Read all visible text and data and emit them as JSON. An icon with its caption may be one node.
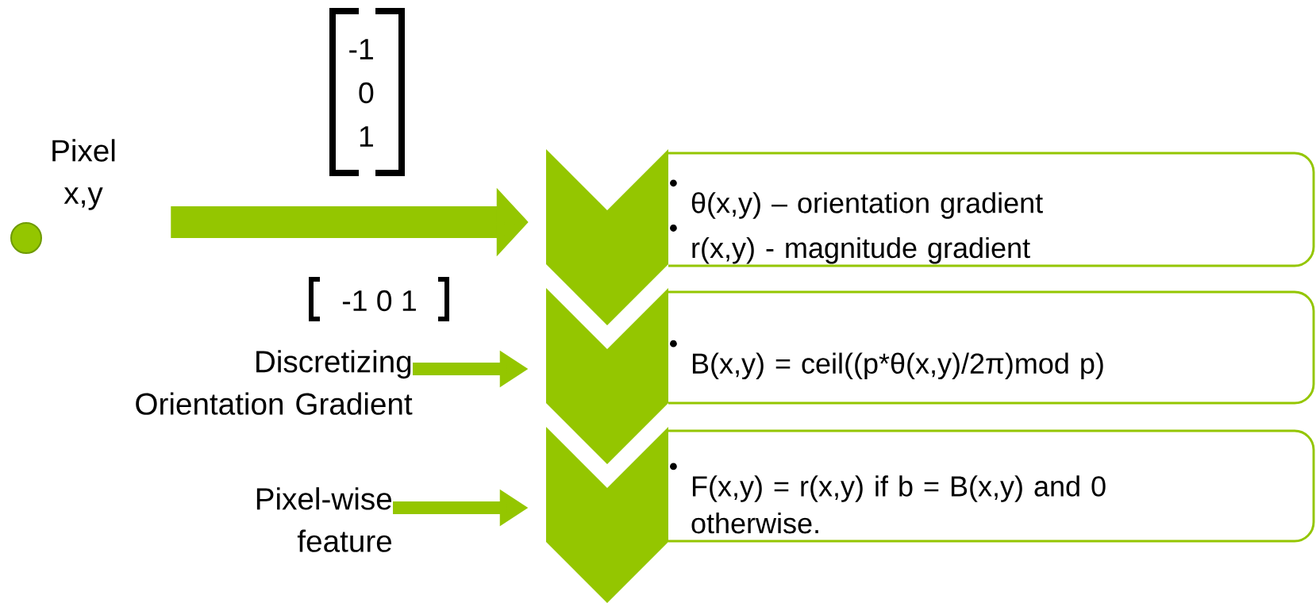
{
  "diagram": {
    "nodes": [
      {
        "text": [
          "Pixel x,y"
        ]
      },
      {
        "text": [],
        "shape": "circle"
      },
      {
        "text": [
          "θ(x,y) – orientation gradient",
          "r(x,y) - magnitude gradient"
        ]
      },
      {
        "text": [
          "Discretizing Orientation Gradient"
        ]
      },
      {
        "text": [
          "B(x,y) = ceil((p*θ(x,y)/2π)mod p)"
        ]
      },
      {
        "text": [
          "Pixel-wise feature"
        ]
      },
      {
        "text": [
          "F(x,y) = r(x,y) if b = B(x,y) and 0 otherwise."
        ]
      }
    ],
    "edges": [
      {
        "from": 0,
        "to": 2,
        "arrow": "to",
        "style": "thick"
      },
      {
        "from": 3,
        "to": 4,
        "arrow": "to"
      },
      {
        "from": 5,
        "to": 6,
        "arrow": "to"
      }
    ],
    "labels": [
      "-1",
      "0",
      "1",
      "-1 0 1"
    ]
  }
}
